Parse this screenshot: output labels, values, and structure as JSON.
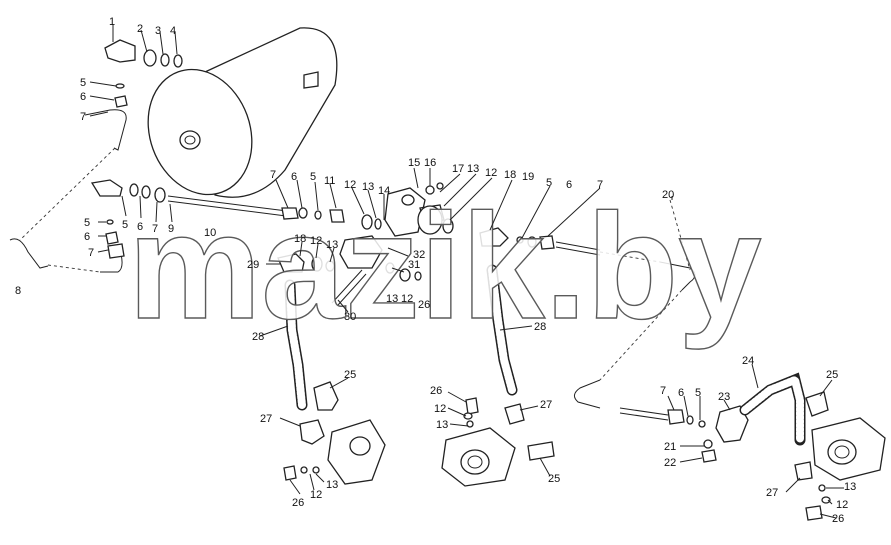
{
  "watermark": "mazik.by",
  "labels": [
    "1",
    "2",
    "3",
    "4",
    "5",
    "6",
    "7",
    "5",
    "6",
    "7",
    "9",
    "5",
    "6",
    "7",
    "8",
    "10",
    "7",
    "6",
    "5",
    "11",
    "12",
    "13",
    "15",
    "16",
    "17",
    "13",
    "12",
    "18",
    "19",
    "5",
    "6",
    "7",
    "14",
    "18",
    "12",
    "13",
    "29",
    "32",
    "31",
    "13",
    "12",
    "26",
    "30",
    "28",
    "28",
    "20",
    "25",
    "27",
    "12",
    "13",
    "26",
    "26",
    "12",
    "13",
    "27",
    "25",
    "7",
    "6",
    "5",
    "23",
    "24",
    "25",
    "21",
    "22",
    "27",
    "13",
    "12",
    "26"
  ]
}
